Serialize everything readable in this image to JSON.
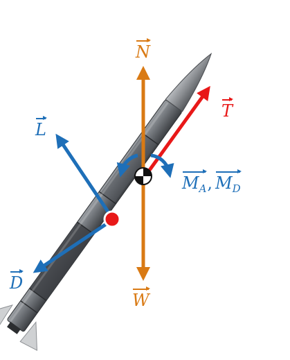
{
  "colors": {
    "normal_weight": "#d97a14",
    "thrust": "#e81818",
    "aero": "#1e6fb8",
    "rocket_body": "#6f7378",
    "rocket_dark": "#3a3d41"
  },
  "labels": {
    "normal": "N",
    "weight": "W",
    "thrust": "T",
    "lift": "L",
    "drag": "D",
    "moment_base": "M",
    "moment_a_sub": "A",
    "moment_d_sub": "D"
  }
}
